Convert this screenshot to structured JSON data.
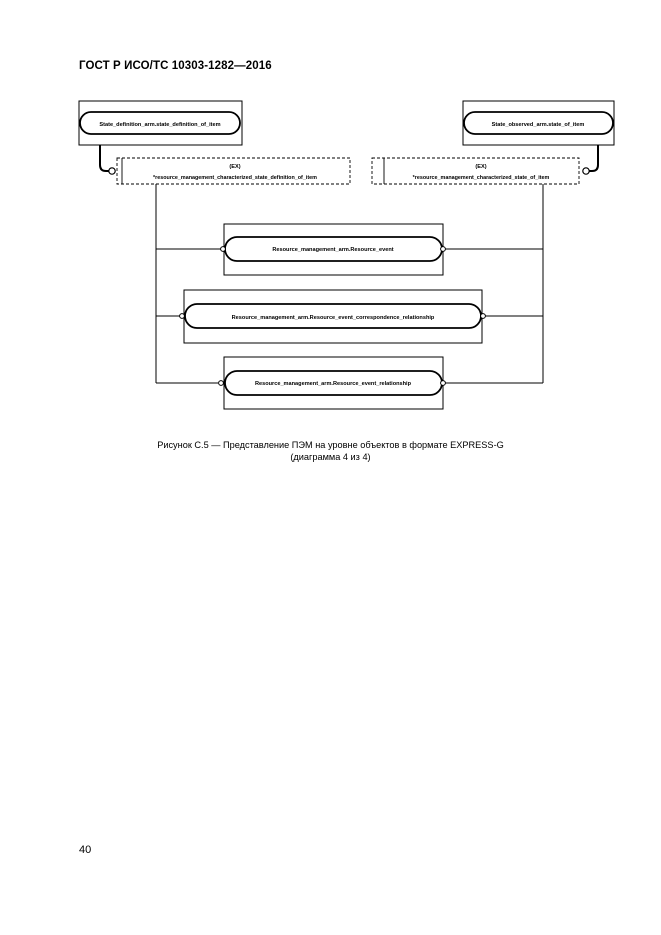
{
  "header": {
    "title": "ГОСТ Р ИСО/ТС 10303-1282—2016"
  },
  "diagram": {
    "entities": {
      "state_definition": "State_definition_arm.state_definition_of_item",
      "state_observed": "State_observed_arm.state_of_item",
      "resource_event": "Resource_management_arm.Resource_event",
      "resource_event_correspondence": "Resource_management_arm.Resource_event_correspondence_relationship",
      "resource_event_relationship": "Resource_management_arm.Resource_event_relationship"
    },
    "selects": {
      "left": {
        "tag": "(EX)",
        "label": "*resource_management_characterized_state_definition_of_item"
      },
      "right": {
        "tag": "(EX)",
        "label": "*resource_management_characterized_state_of_item"
      }
    }
  },
  "caption": {
    "line1": "Рисунок С.5 — Представление ПЭМ на уровне объектов в формате EXPRESS-G",
    "line2": "(диаграмма 4 из 4)"
  },
  "page": {
    "number": "40"
  }
}
